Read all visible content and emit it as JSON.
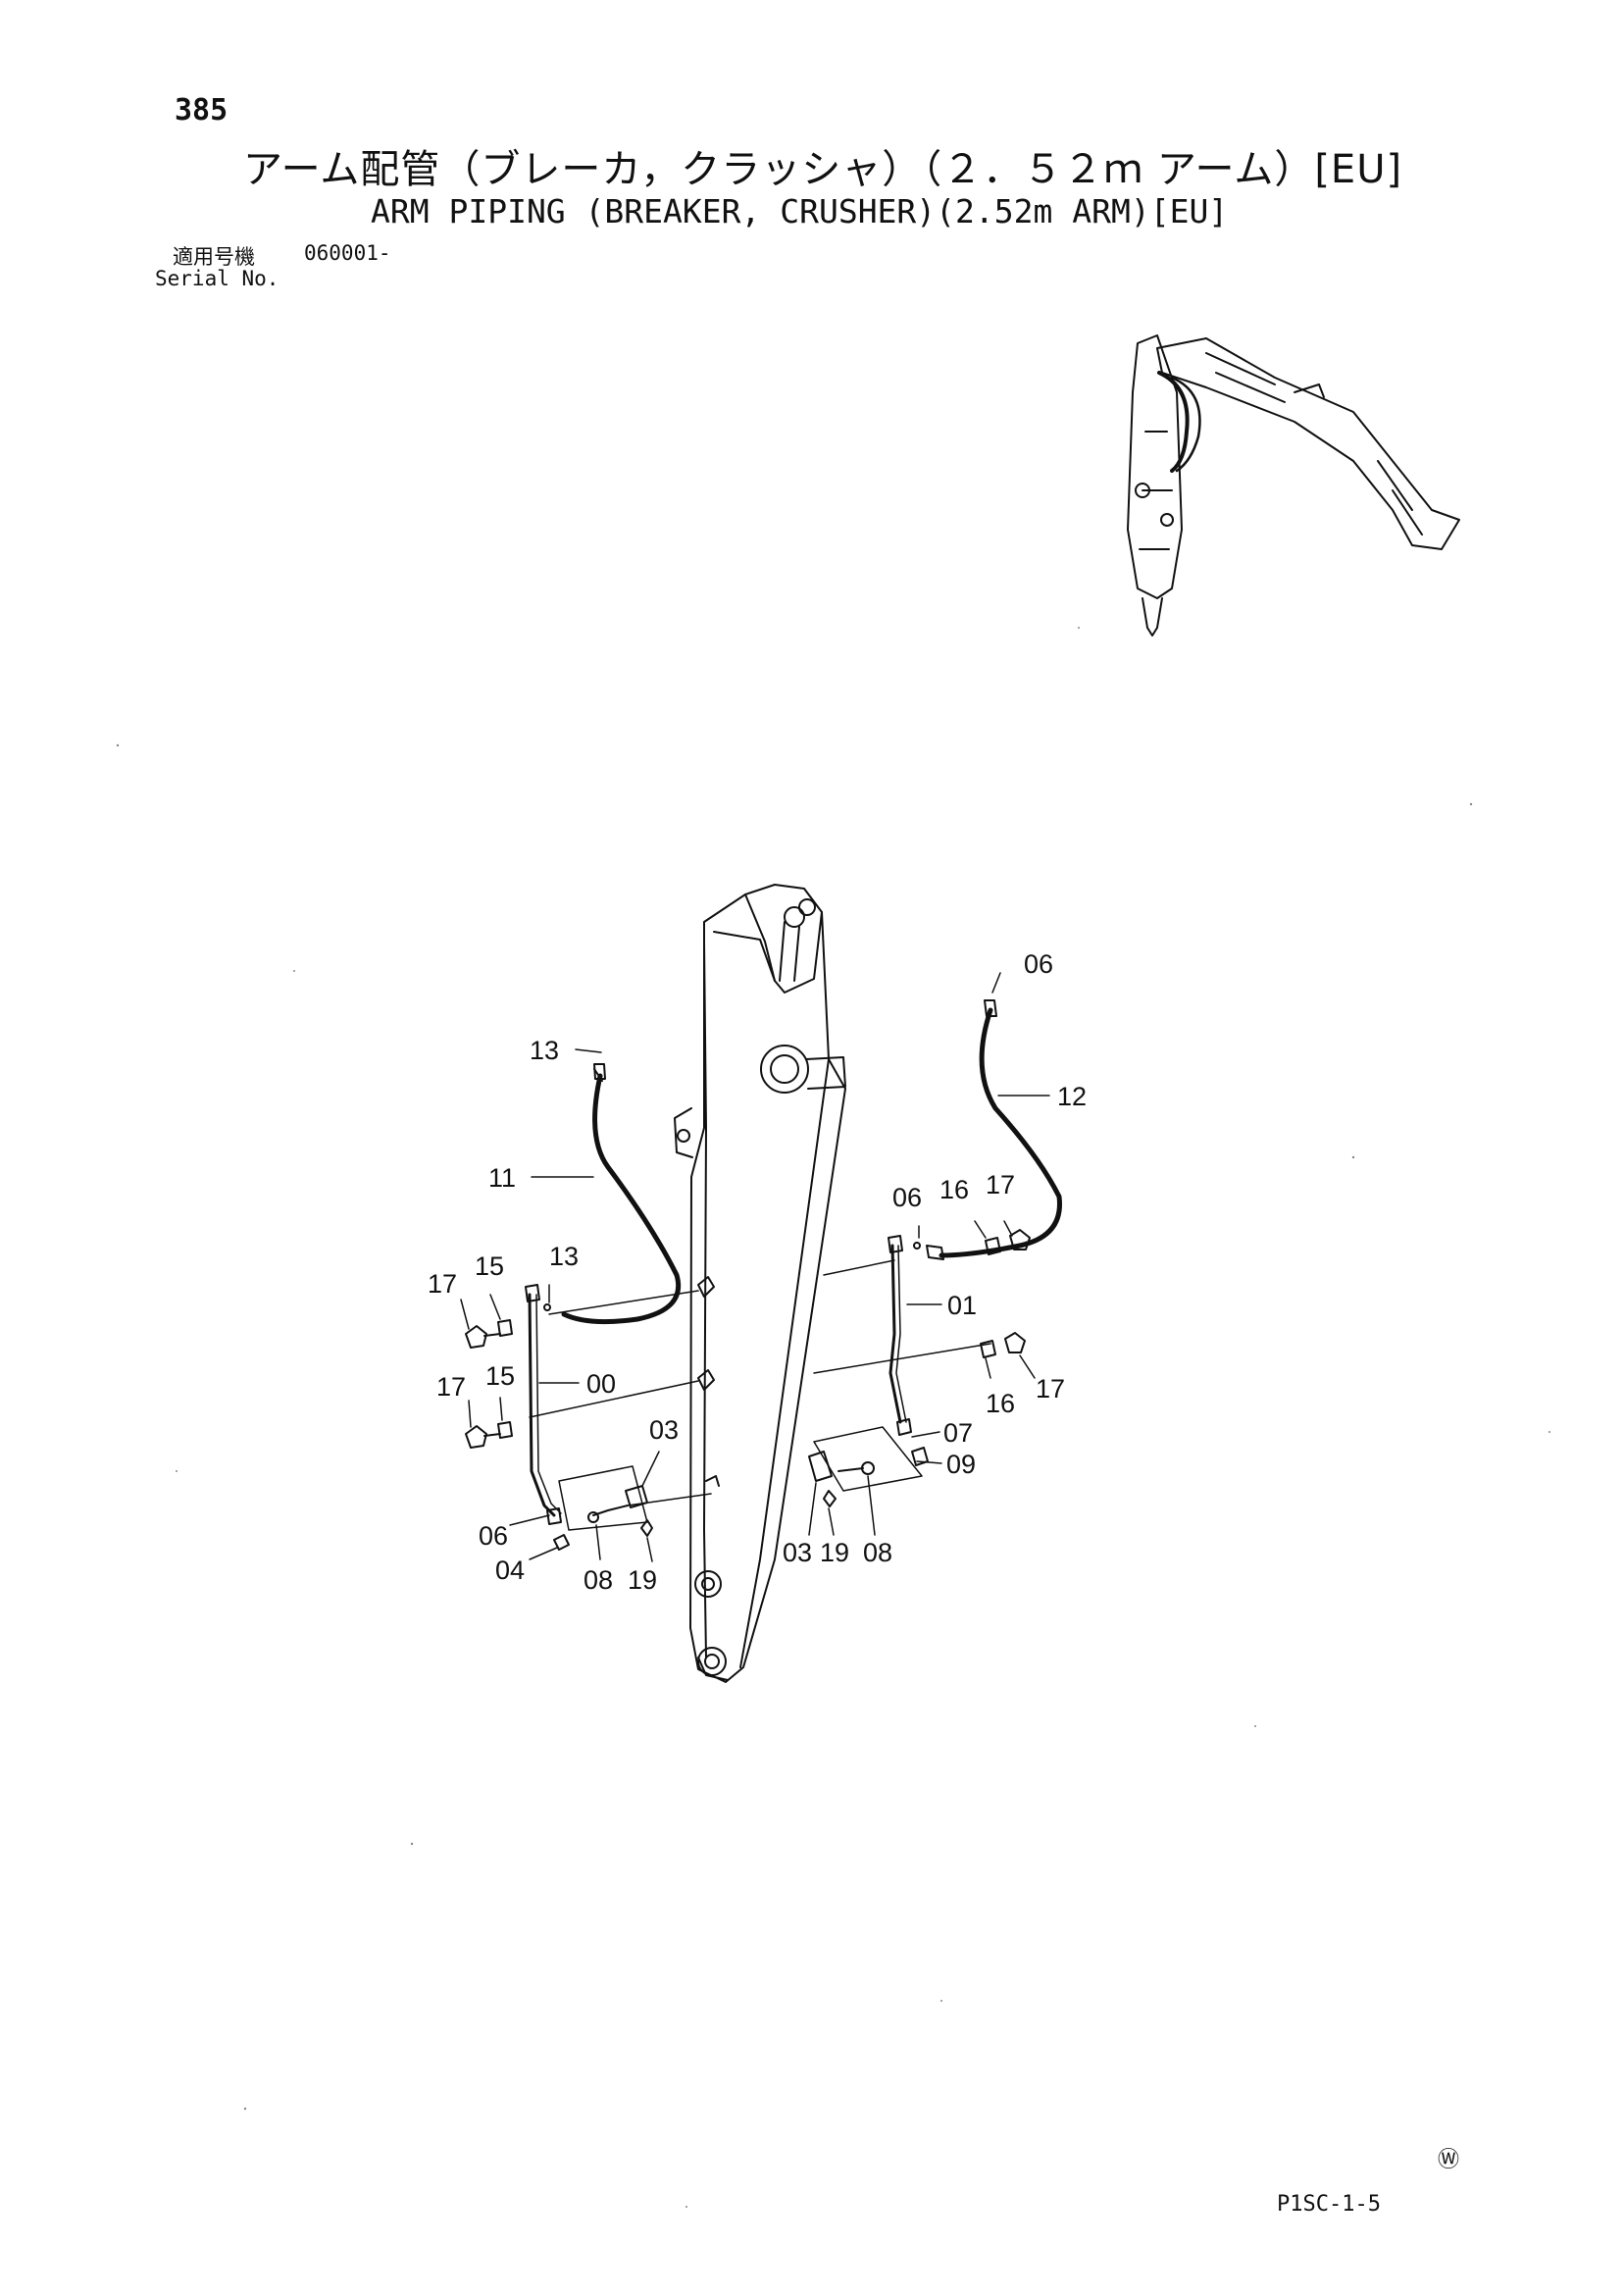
{
  "header": {
    "page_number": "385",
    "title_jp": "アーム配管（ブレーカ，クラッシャ）（２．５２ｍ アーム）[EU]",
    "title_en": "ARM PIPING (BREAKER, CRUSHER)(2.52m ARM)[EU]",
    "serial_label_jp": "適用号機",
    "serial_value": "060001-",
    "serial_label_en": "Serial No."
  },
  "footer": {
    "code": "P1SC-1-5",
    "brand_mark": "Ⓦ"
  },
  "diagram": {
    "callouts": [
      {
        "id": "c06-top",
        "text": "06"
      },
      {
        "id": "c12",
        "text": "12"
      },
      {
        "id": "c13-top",
        "text": "13"
      },
      {
        "id": "c11",
        "text": "11"
      },
      {
        "id": "c06-r",
        "text": "06"
      },
      {
        "id": "c16-r-top",
        "text": "16"
      },
      {
        "id": "c17-r-top",
        "text": "17"
      },
      {
        "id": "c17-l-top",
        "text": "17"
      },
      {
        "id": "c15-l-top",
        "text": "15"
      },
      {
        "id": "c13-l",
        "text": "13"
      },
      {
        "id": "c01",
        "text": "01"
      },
      {
        "id": "c17-l-bot",
        "text": "17"
      },
      {
        "id": "c15-l-bot",
        "text": "15"
      },
      {
        "id": "c00",
        "text": "00"
      },
      {
        "id": "c16-r-bot",
        "text": "16"
      },
      {
        "id": "c17-r-bot",
        "text": "17"
      },
      {
        "id": "c03-l",
        "text": "03"
      },
      {
        "id": "c07",
        "text": "07"
      },
      {
        "id": "c09",
        "text": "09"
      },
      {
        "id": "c06-l",
        "text": "06"
      },
      {
        "id": "c04",
        "text": "04"
      },
      {
        "id": "c08-l",
        "text": "08"
      },
      {
        "id": "c19-l",
        "text": "19"
      },
      {
        "id": "c03-r",
        "text": "03"
      },
      {
        "id": "c19-r",
        "text": "19"
      },
      {
        "id": "c08-r",
        "text": "08"
      }
    ]
  }
}
